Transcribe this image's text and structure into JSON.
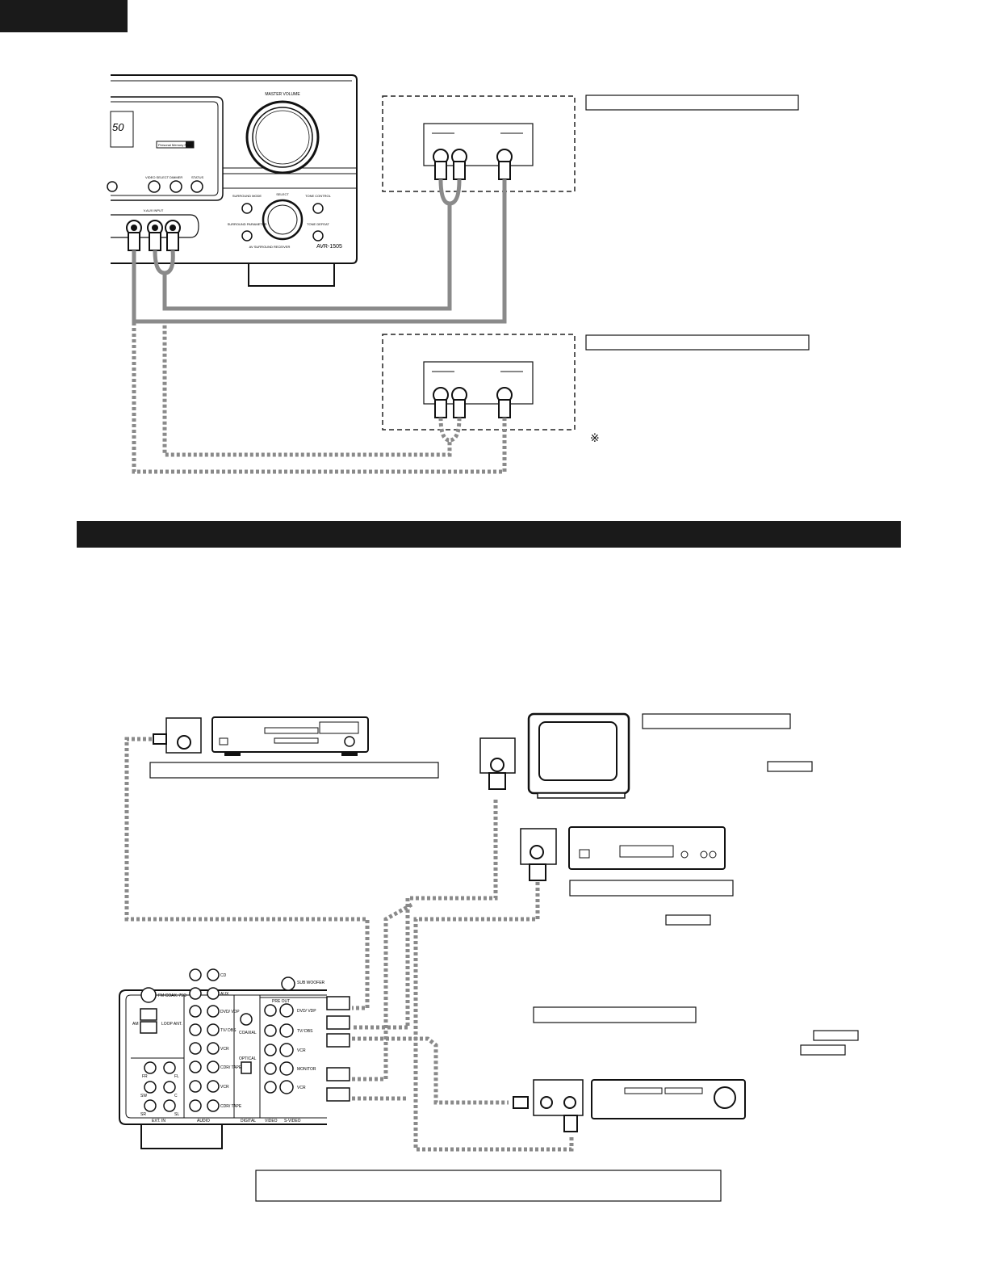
{
  "receiver_front": {
    "master_volume_label": "MASTER VOLUME",
    "display_readout": "50",
    "badge": "Personal Memory Plus",
    "buttons": [
      "VIDEO SELECT",
      "DIMMER",
      "STATUS"
    ],
    "knob_buttons_left": [
      "SURROUND MODE",
      "SURROUND PARAMETER"
    ],
    "knob_buttons_right": [
      "TONE CONTROL",
      "TONE DEFEAT"
    ],
    "select_label": "SELECT",
    "input_label": "V.AUX INPUT",
    "model_line": "AV SURROUND RECEIVER",
    "model": "AVR-1505"
  },
  "symbols": {
    "note_mark": "※"
  },
  "receiver_rear": {
    "tuner_labels": [
      "FM COAX. 75Ω",
      "AM",
      "LOOP ANT."
    ],
    "ext_in_labels": [
      "FR",
      "FL",
      "SW",
      "C",
      "SR",
      "SL"
    ],
    "audio_labels": [
      "CD",
      "AUX",
      "DVD/ VDP",
      "TV/ DBS",
      "VCR",
      "CDR/ TAPE",
      "VCR",
      "CDR/ TAPE"
    ],
    "digital_labels": [
      "COAXIAL",
      "OPTICAL"
    ],
    "video_labels": [
      "DVD/ VDP",
      "TV/ DBS",
      "VCR",
      "MONITOR",
      "VCR"
    ],
    "pre_out_label": "PRE OUT",
    "subwoofer_label": "SUB WOOFER",
    "section_labels": [
      "EXT. IN",
      "AUDIO",
      "DIGITAL",
      "VIDEO",
      "S-VIDEO"
    ]
  }
}
